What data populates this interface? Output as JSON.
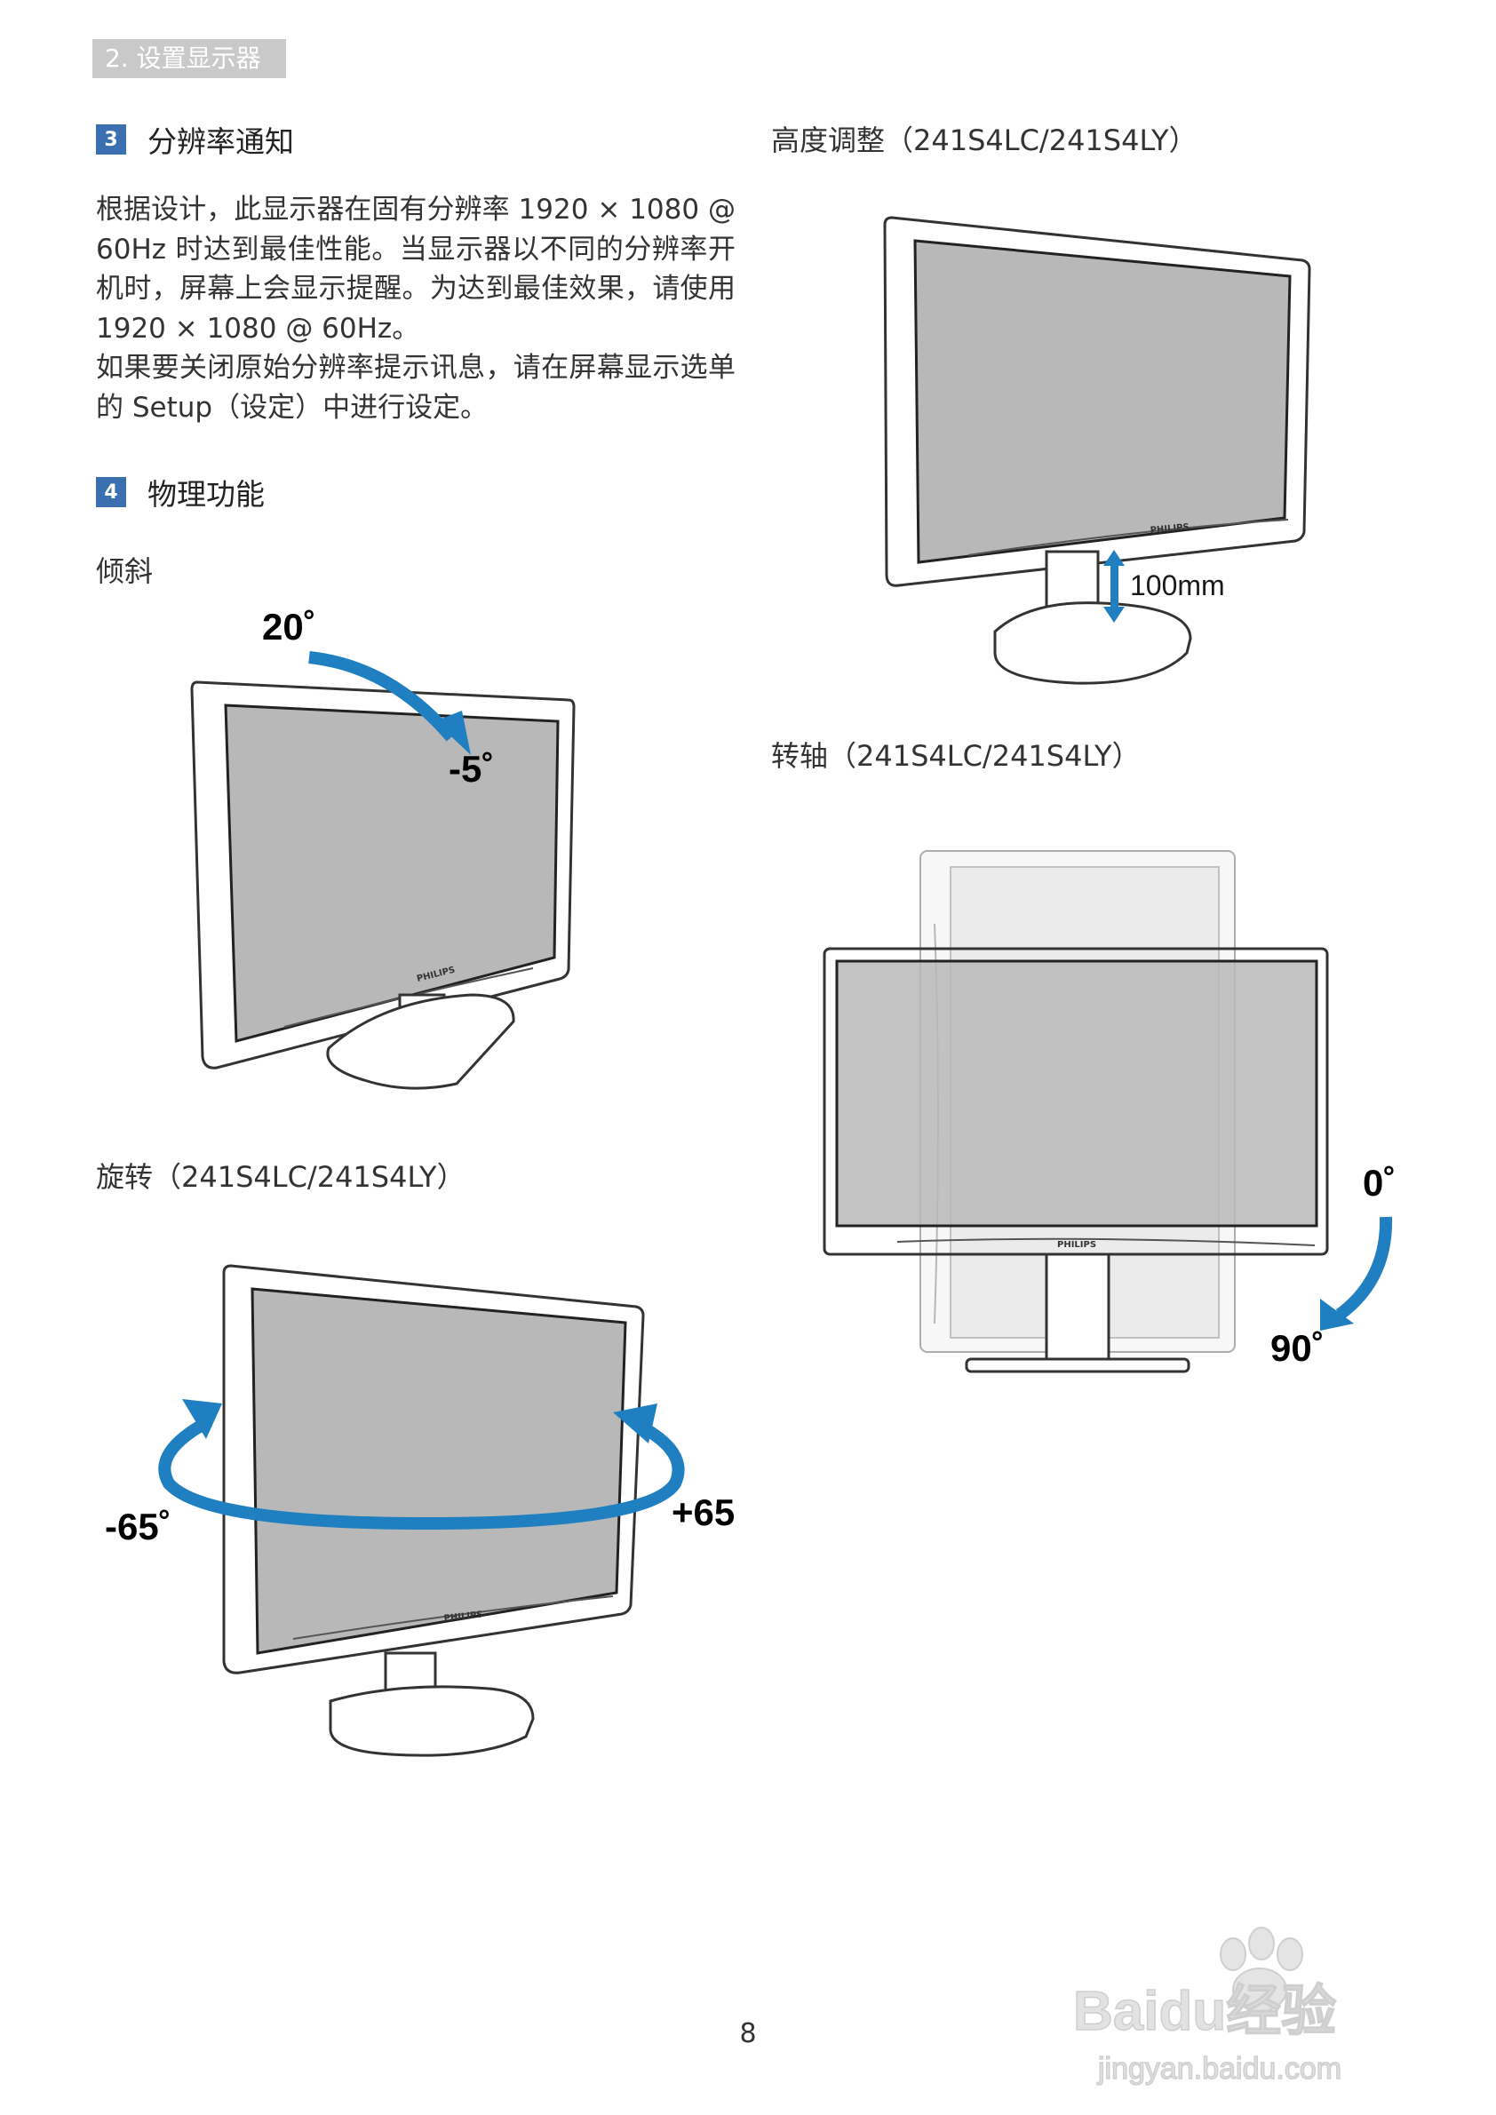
{
  "chapter_tab": "2. 设置显示器",
  "sections": [
    {
      "number": "3",
      "title": "分辨率通知"
    },
    {
      "number": "4",
      "title": "物理功能"
    }
  ],
  "notice_paragraphs": [
    "根据设计，此显示器在固有分辨率 1920 × 1080 @ 60Hz 时达到最佳性能。当显示器以不同的分辨率开机时，屏幕上会显示提醒。为达到最佳效果，请使用 1920 × 1080 @ 60Hz。",
    "如果要关闭原始分辨率提示讯息，请在屏幕显示选单的 Setup（设定）中进行设定。"
  ],
  "captions": {
    "tilt": "倾斜",
    "swivel": "旋转（241S4LC/241S4LY）",
    "height": "高度调整（241S4LC/241S4LY）",
    "pivot": "转轴（241S4LC/241S4LY）"
  },
  "figure_labels": {
    "tilt_up": "20˚",
    "tilt_down": "-5˚",
    "swivel_left": "-65˚",
    "swivel_right": "+65",
    "height": "100mm",
    "pivot_start": "0˚",
    "pivot_end": "90˚",
    "brand": "PHILIPS"
  },
  "colors": {
    "accent_blue": "#1f7fc1",
    "section_blue": "#3b6fb0",
    "screen_gray": "#b8b8b8"
  },
  "page_number": "8",
  "watermark": {
    "brand": "Baidu经验",
    "url": "jingyan.baidu.com"
  }
}
